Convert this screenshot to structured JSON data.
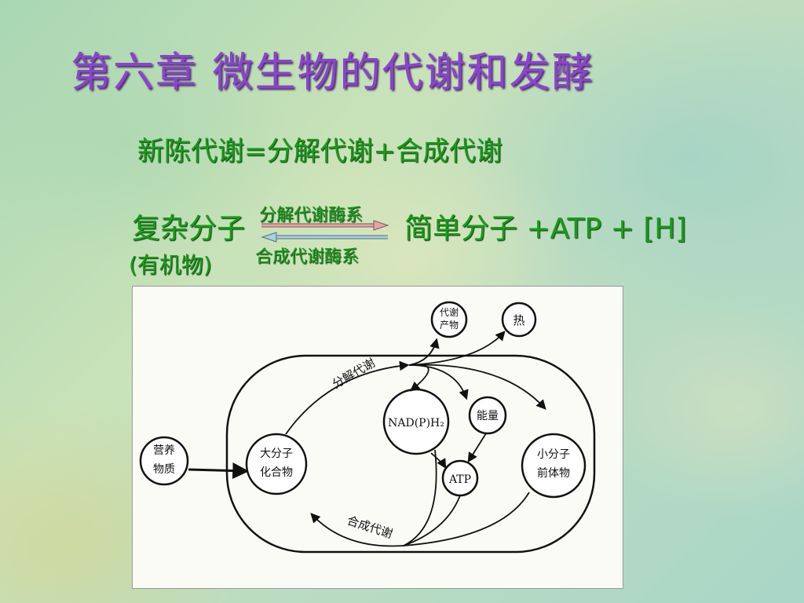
{
  "title": "第六章 微生物的代谢和发酵",
  "equation": "新陈代谢=分解代谢+合成代谢",
  "reaction": {
    "left": "复杂分子",
    "left_note": "(有机物)",
    "forward_enzyme": "分解代谢酶系",
    "reverse_enzyme": "合成代谢酶系",
    "right": "简单分子 +ATP + [H]"
  },
  "diagram": {
    "nutrients": [
      "营养",
      "物质"
    ],
    "macromolecule": [
      "大分子",
      "化合物"
    ],
    "small_molecule": [
      "小分子",
      "前体物"
    ],
    "nadph": "NAD(P)H₂",
    "energy": "能量",
    "atp": "ATP",
    "metabolite": [
      "代谢",
      "产物"
    ],
    "heat": "热",
    "catabolism": "分解代谢",
    "anabolism": "合成代谢"
  },
  "colors": {
    "title": "#8a45c9",
    "text": "#1b9a1b",
    "forward_arrow": "#e6a6a6",
    "reverse_arrow": "#a9cfe2"
  }
}
